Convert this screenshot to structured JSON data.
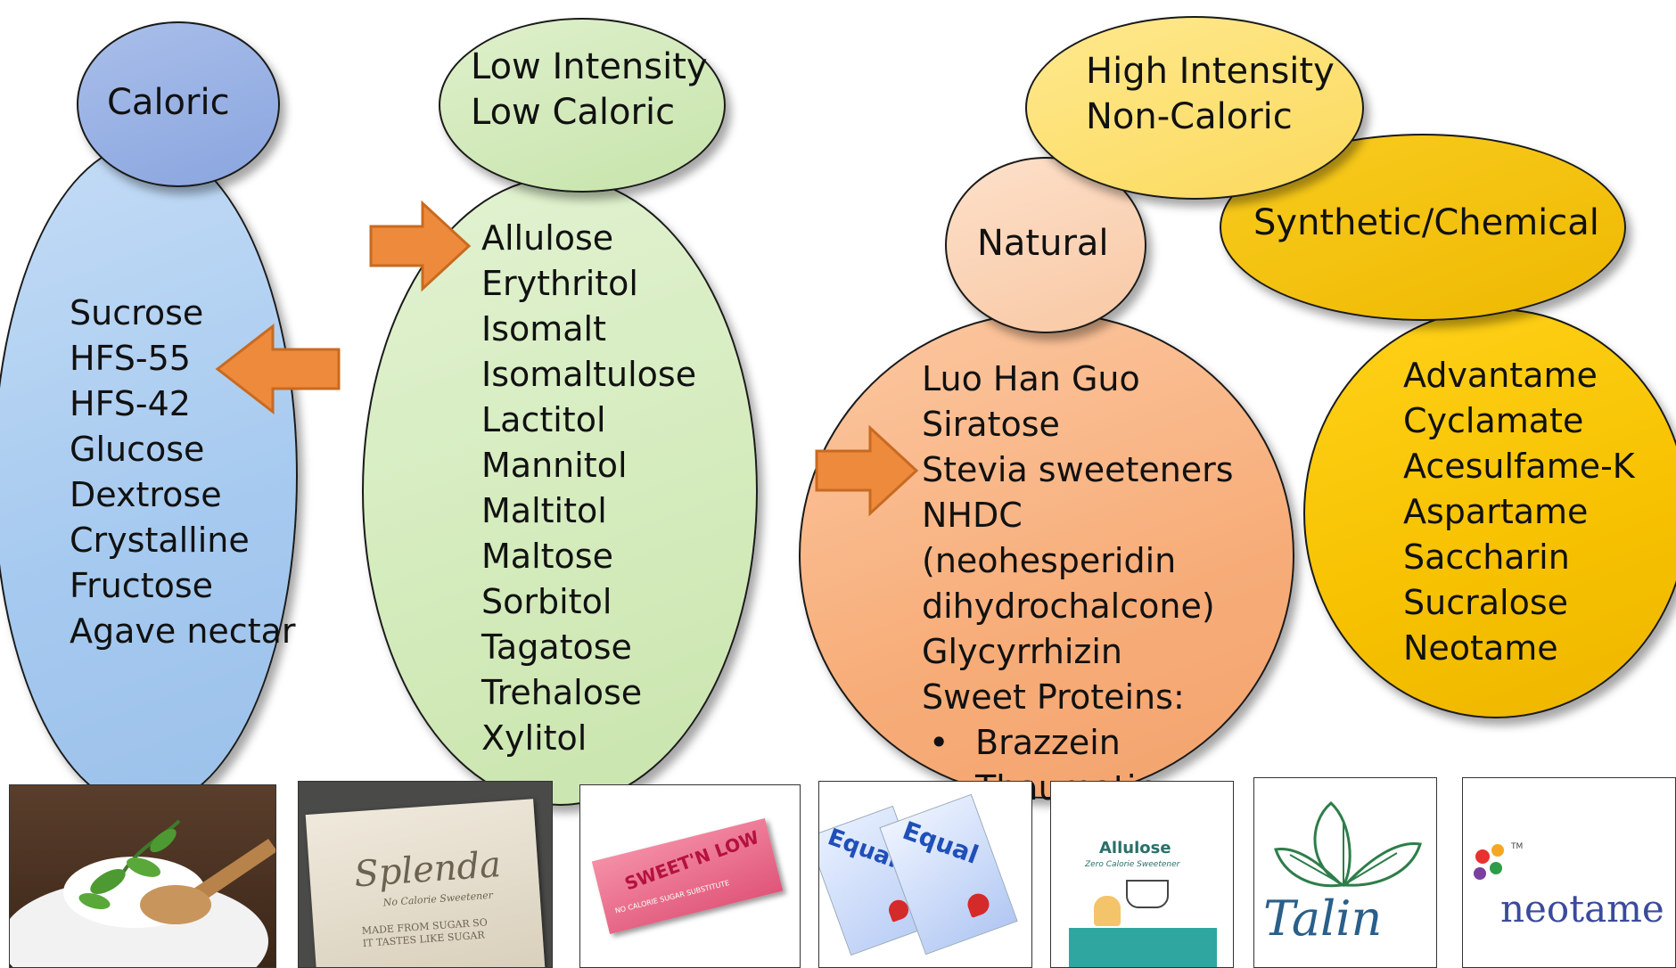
{
  "caloric": {
    "title": "Caloric",
    "items": [
      "Sucrose",
      "HFS-55",
      "HFS-42",
      "Glucose",
      "Dextrose",
      "Crystalline",
      "Fructose",
      "Agave nectar"
    ],
    "colors": {
      "head": "#8fa9e0",
      "body": "#a9cdf1"
    }
  },
  "low_intensity": {
    "title_line1": "Low Intensity",
    "title_line2": "Low Caloric",
    "items": [
      "Allulose",
      "Erythritol",
      "Isomalt",
      "Isomaltulose",
      "Lactitol",
      "Mannitol",
      "Maltitol",
      "Maltose",
      "Sorbitol",
      "Tagatose",
      "Trehalose",
      "Xylitol"
    ],
    "colors": {
      "head": "#cfe8b4",
      "body": "#d7ecc0"
    }
  },
  "high_intensity": {
    "title_line1": "High Intensity",
    "title_line2": "Non-Caloric",
    "colors": {
      "head": "#ffe07a"
    }
  },
  "natural": {
    "title": "Natural",
    "items": [
      "Luo Han Guo",
      "Siratose",
      "Stevia sweeteners",
      "NHDC",
      "(neohesperidin",
      "dihydrochalcone)",
      "Glycyrrhizin",
      "Sweet Proteins:"
    ],
    "sub_items": [
      "Brazzein",
      "Thaumatin"
    ],
    "colors": {
      "head": "#fbd3b6",
      "body": "#f9b98b"
    }
  },
  "synthetic": {
    "title": "Synthetic/Chemical",
    "items": [
      "Advantame",
      "Cyclamate",
      "Acesulfame-K",
      "Aspartame",
      "Saccharin",
      "Sucralose",
      "Neotame"
    ],
    "colors": {
      "head": "#f6c400",
      "body": "#f8c500"
    }
  },
  "arrow_color": "#ee8a3c",
  "products": {
    "splenda": {
      "brand": "Splenda",
      "tagline": "No Calorie Sweetener",
      "slogan_line1": "MADE FROM SUGAR SO",
      "slogan_line2": "IT TASTES LIKE SUGAR"
    },
    "sweetnlow": {
      "brand": "SWEET'N LOW",
      "tagline": "NO CALORIE SUGAR SUBSTITUTE"
    },
    "equal": {
      "brand": "Equal"
    },
    "allulose": {
      "brand": "Allulose",
      "tagline": "Zero Calorie Sweetener"
    },
    "talin": {
      "brand": "Talin"
    },
    "neotame": {
      "brand": "neotame",
      "tm": "TM"
    }
  }
}
